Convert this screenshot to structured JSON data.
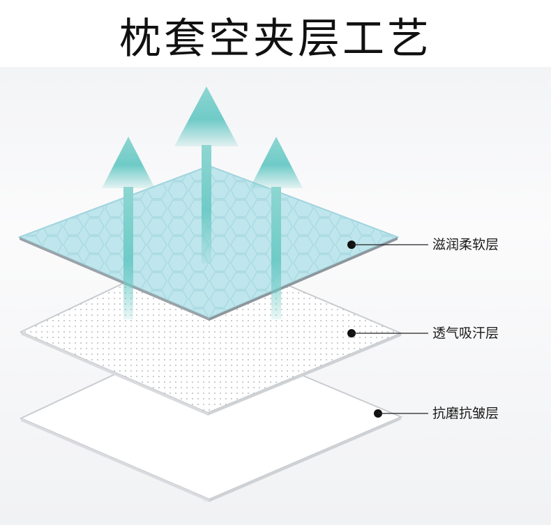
{
  "title": "枕套空夹层工艺",
  "layers": [
    {
      "label": "滋润柔软层"
    },
    {
      "label": "透气吸汗层"
    },
    {
      "label": "抗磨抗皱层"
    }
  ],
  "colors": {
    "arrow": "#6fcbc7",
    "top_layer": "#bfe6ec",
    "hex_pattern": "#a9d9e2",
    "dots": "#b9bcc0",
    "edge": "#c9ccd0",
    "line": "#222222"
  }
}
